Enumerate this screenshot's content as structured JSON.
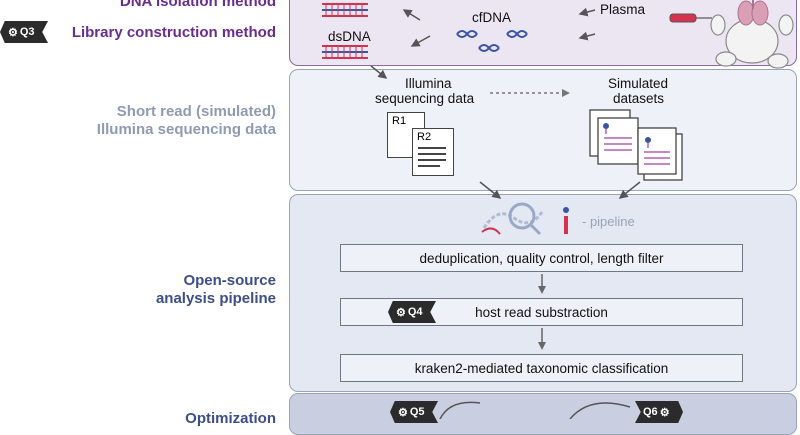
{
  "labels": {
    "dna_isolation": "DNA isolation method",
    "library_construction": "Library construction method",
    "short_read_line1": "Short read (simulated)",
    "short_read_line2": "Illumina sequencing data",
    "open_source_line1": "Open-source",
    "open_source_line2": "analysis pipeline",
    "optimization": "Optimization"
  },
  "question_tags": {
    "q3": "Q3",
    "q4": "Q4",
    "q5": "Q5",
    "q6": "Q6"
  },
  "top_panel": {
    "dsdna": "dsDNA",
    "cfdna": "cfDNA",
    "plasma": "Plasma"
  },
  "sequencing_panel": {
    "illumina_line1": "Illumina",
    "illumina_line2": "sequencing data",
    "simulated_line1": "Simulated",
    "simulated_line2": "datasets",
    "r1": "R1",
    "r2": "R2"
  },
  "pipeline_panel": {
    "logo_suffix": "- pipeline",
    "steps": [
      "deduplication, quality control, length filter",
      "host read substraction",
      "kraken2-mediated taxonomic classification"
    ]
  },
  "colors": {
    "top_panel_bg": "#ece6f2",
    "top_panel_border": "#8a6aa6",
    "purple_label": "#6a2c91",
    "grey_label": "#8f9bb5",
    "navy_label": "#3d4f8a",
    "sequencing_panel_bg": "#eef1f7",
    "pipeline_panel_bg": "#e3e8f3",
    "step_bg": "#eef1f8",
    "dna_red": "#d6324e",
    "dna_blue": "#3a55a6"
  }
}
